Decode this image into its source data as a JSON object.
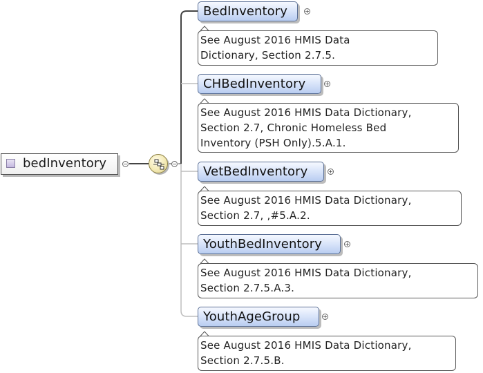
{
  "root": {
    "label": "bedInventory"
  },
  "children": [
    {
      "name": "BedInventory",
      "doc_lines": [
        "See August 2016 HMIS Data",
        "Dictionary, Section 2.7.5."
      ]
    },
    {
      "name": "CHBedInventory",
      "doc_lines": [
        "See August 2016 HMIS Data Dictionary,",
        "Section 2.7, Chronic Homeless Bed",
        "Inventory (PSH Only).5.A.1."
      ]
    },
    {
      "name": "VetBedInventory",
      "doc_lines": [
        "See August 2016 HMIS Data Dictionary,",
        "Section 2.7, ,#5.A.2."
      ]
    },
    {
      "name": "YouthBedInventory",
      "doc_lines": [
        "See August 2016 HMIS Data Dictionary,",
        "Section 2.7.5.A.3."
      ]
    },
    {
      "name": "YouthAgeGroup",
      "doc_lines": [
        "See August 2016 HMIS Data Dictionary,",
        "Section 2.7.5.B."
      ]
    }
  ],
  "icons": {
    "collapse": "collapse-minus-icon",
    "expand": "expand-plus-icon",
    "sequence": "sequence-compositor-icon",
    "element": "element-square-icon"
  },
  "colors": {
    "element_fill_top": "#f6f9ff",
    "element_fill_bottom": "#b9cdf1",
    "element_border": "#5a6f95",
    "root_square": "#c4b8df",
    "compositor": "#f4eab5"
  }
}
